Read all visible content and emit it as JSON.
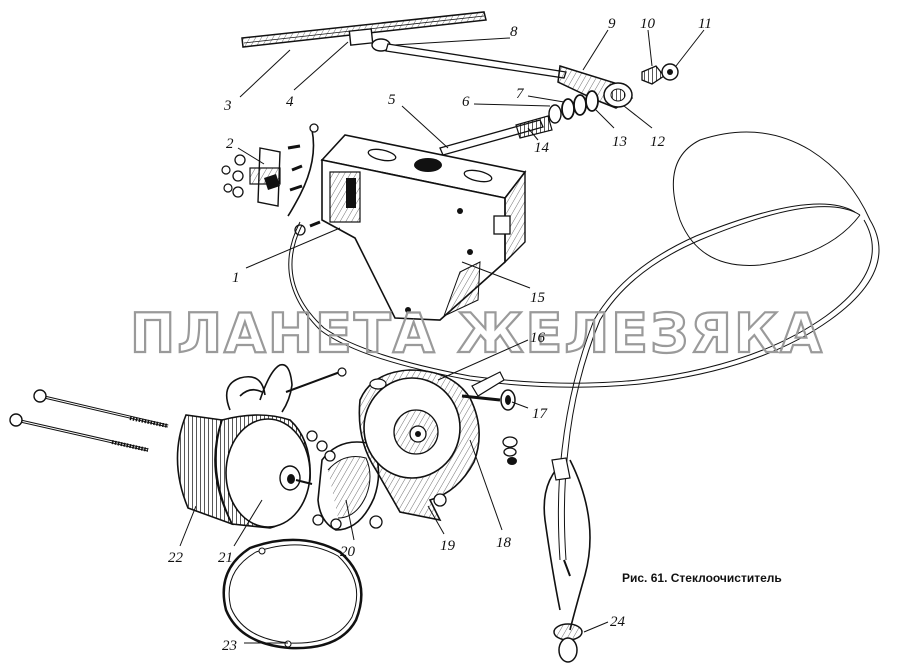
{
  "figure": {
    "caption": "Рис. 61. Стеклоочиститель",
    "watermark": "ПЛАНЕТА ЖЕЛЕЗЯКА"
  },
  "callouts": [
    "1",
    "2",
    "3",
    "4",
    "5",
    "6",
    "7",
    "8",
    "9",
    "10",
    "11",
    "12",
    "13",
    "14",
    "15",
    "16",
    "17",
    "18",
    "19",
    "20",
    "21",
    "22",
    "23",
    "24"
  ]
}
